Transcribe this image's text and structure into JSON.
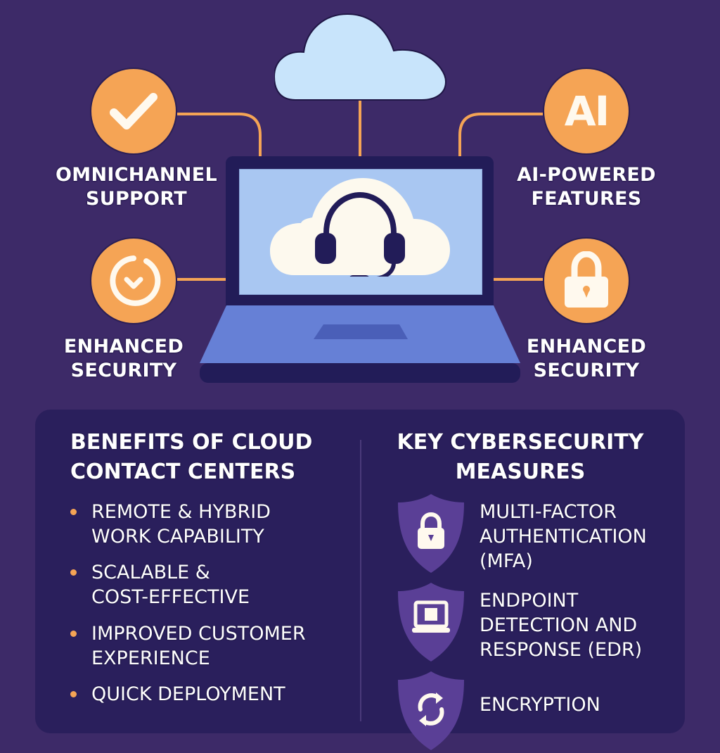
{
  "diagram": {
    "center": {
      "cloud_icon": "cloud-icon",
      "device": "laptop",
      "screen_icon": "headset-in-cloud-icon"
    },
    "features": [
      {
        "label_line1": "OMNICHANNEL",
        "label_line2": "SUPPORT",
        "icon": "checkmark-icon",
        "position": "top-left"
      },
      {
        "label_line1": "AI-POWERED",
        "label_line2": "FEATURES",
        "icon": "ai-text-icon",
        "icon_text": "AI",
        "position": "top-right"
      },
      {
        "label_line1": "ENHANCED",
        "label_line2": "SECURITY",
        "icon": "circle-check-icon",
        "position": "bottom-left"
      },
      {
        "label_line1": "ENHANCED",
        "label_line2": "SECURITY",
        "icon": "padlock-icon",
        "position": "bottom-right"
      }
    ]
  },
  "benefits": {
    "title_line1": "BENEFITS OF CLOUD",
    "title_line2": "CONTACT CENTERS",
    "items": [
      {
        "line1": "REMOTE & HYBRID",
        "line2": "WORK CAPABILITY"
      },
      {
        "line1": "SCALABLE &",
        "line2": "COST-EFFECTIVE"
      },
      {
        "line1": "IMPROVED CUSTOMER",
        "line2": "EXPERIENCE"
      },
      {
        "line1": "QUICK DEPLOYMENT",
        "line2": ""
      }
    ]
  },
  "measures": {
    "title_line1": "KEY CYBERSECURITY",
    "title_line2": "MEASURES",
    "items": [
      {
        "line1": "MULTI-FACTOR",
        "line2": "AUTHENTICATION",
        "line3": "(MFA)",
        "icon": "shield-lock-icon"
      },
      {
        "line1": "ENDPOINT",
        "line2": "DETECTION AND",
        "line3": "RESPONSE (EDR)",
        "icon": "shield-laptop-icon"
      },
      {
        "line1": "ENCRYPTION",
        "line2": "",
        "line3": "",
        "icon": "shield-sync-icon"
      }
    ]
  },
  "colors": {
    "background": "#3d2a68",
    "panel": "#2a1f5c",
    "accent_orange": "#f5a455",
    "laptop_frame": "#221c58",
    "laptop_screen": "#a9c7f2",
    "laptop_base": "#6680d6",
    "cloud_top": "#c8e4fb",
    "cloud_screen": "#fdf9ee",
    "shield": "#5a3f96",
    "text": "#ffffff"
  }
}
